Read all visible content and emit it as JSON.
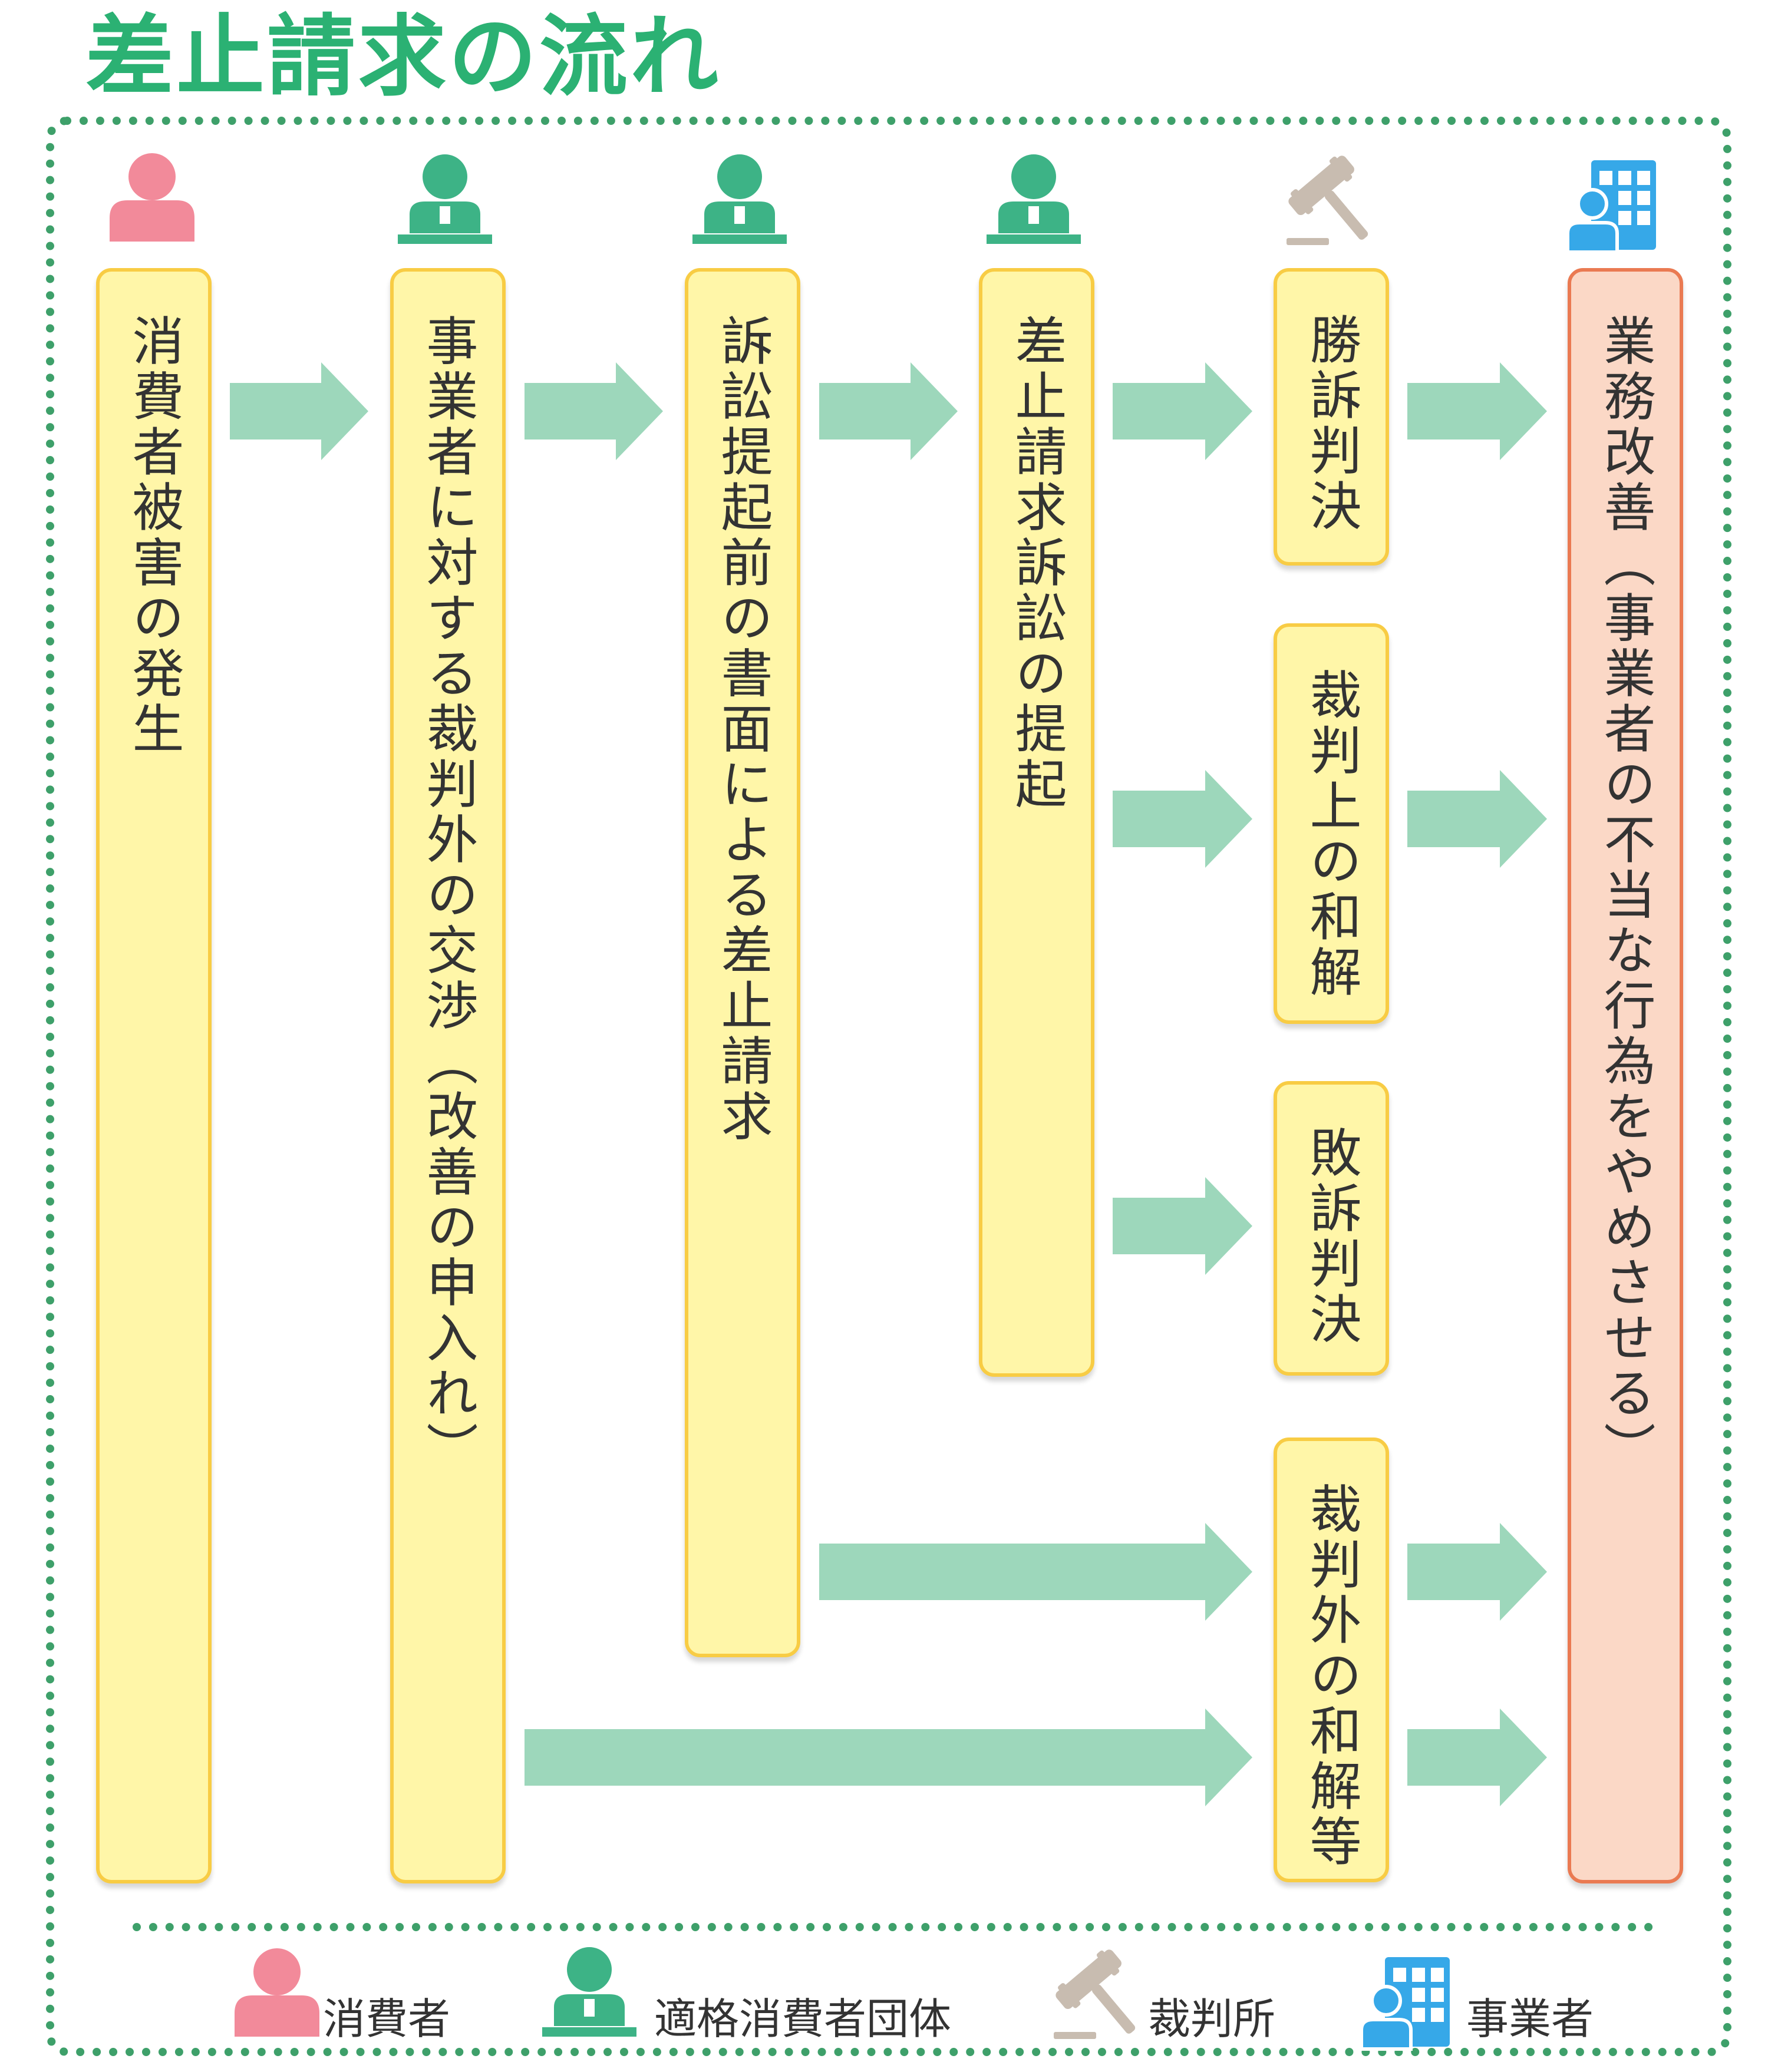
{
  "title": "差止請求の流れ",
  "colors": {
    "title_green": "#2bb173",
    "frame_green": "#3ea06a",
    "arrow_green": "#9dd7bb",
    "box_yellow": "#fff6a8",
    "box_yellow_border": "#f8cc44",
    "box_final": "#fbd8c6",
    "box_final_border": "#ea7a52",
    "consumer_pink": "#f28a9a",
    "organization_green": "#3db386",
    "court_beige": "#c8bcb0",
    "business_blue": "#36a8e8"
  },
  "columns": [
    {
      "icon": "consumer-icon",
      "label": "消費者被害の発生"
    },
    {
      "icon": "organization-icon",
      "label": "事業者に対する裁判外の交渉（改善の申入れ）"
    },
    {
      "icon": "organization-icon",
      "label": "訴訟提起前の書面による差止請求"
    },
    {
      "icon": "organization-icon",
      "label": "差止請求訴訟の提起"
    },
    {
      "icon": "gavel-icon",
      "outcomes": [
        "勝訴判決",
        "裁判上の和解",
        "敗訴判決",
        "裁判外の和解等"
      ]
    },
    {
      "icon": "business-icon",
      "label": "業務改善（事業者の不当な行為をやめさせる）"
    }
  ],
  "legend": [
    {
      "icon": "consumer-icon",
      "label": "消費者"
    },
    {
      "icon": "organization-icon",
      "label": "適格消費者団体"
    },
    {
      "icon": "gavel-icon",
      "label": "裁判所"
    },
    {
      "icon": "business-icon",
      "label": "事業者"
    }
  ]
}
